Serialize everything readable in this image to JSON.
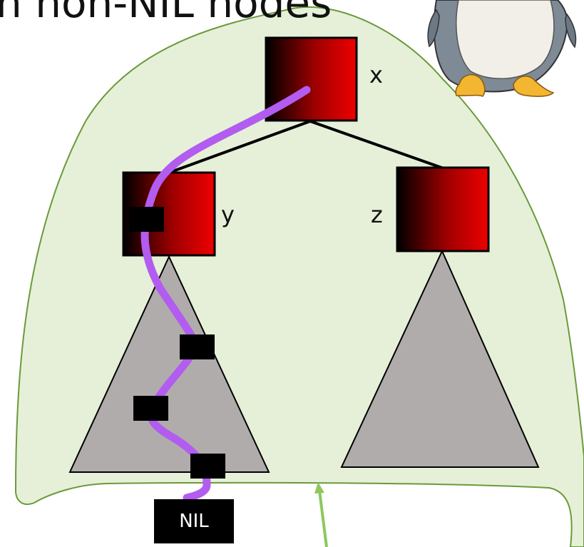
{
  "title": "n non-NIL nodes",
  "nodes": {
    "x": "x",
    "y": "y",
    "z": "z"
  },
  "nil": "NIL",
  "colors": {
    "region_fill": "#e6f0d8",
    "region_stroke": "#6a9a3a",
    "subtree_fill": "#b0acab",
    "path": "#b25cf0",
    "node_dark": "#000000",
    "node_red": "#ee0000",
    "arrow": "#8cc85c"
  },
  "icons": [
    "penguin-mascot-icon"
  ]
}
